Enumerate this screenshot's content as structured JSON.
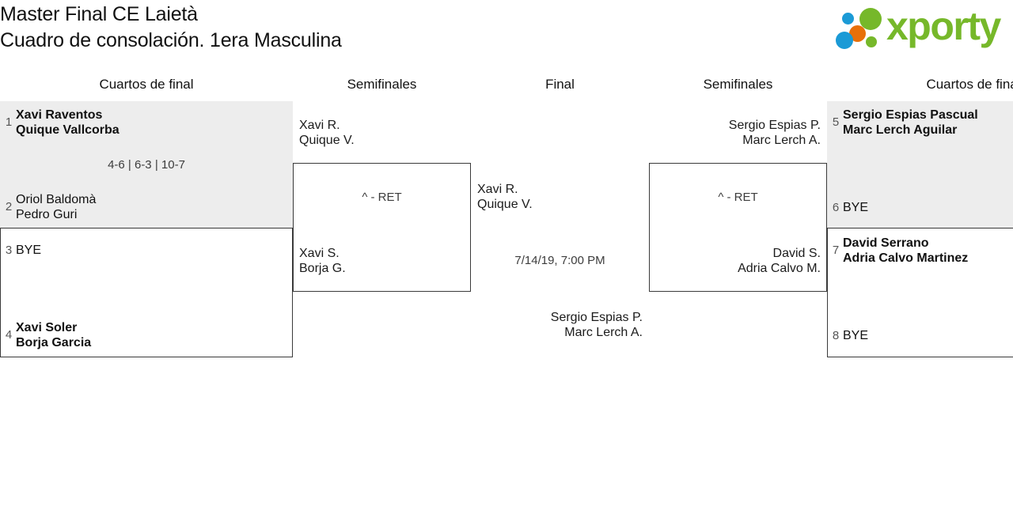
{
  "header": {
    "title_line1": "Master Final CE Laietà",
    "title_line2": "Cuadro de consolación. 1era Masculina",
    "logo_wordmark": "xporty",
    "brand_green": "#76b82a",
    "brand_blue": "#1b9ad6",
    "brand_orange": "#e8700a"
  },
  "rounds": {
    "qf_left": "Cuartos de final",
    "sf_left": "Semifinales",
    "final": "Final",
    "sf_right": "Semifinales",
    "qf_right": "Cuartos de final"
  },
  "bracket": {
    "quarterfinals_left": [
      {
        "seed": "1",
        "player1": "Xavi Raventos",
        "player2": "Quique Vallcorba",
        "winner": true,
        "shaded": true
      },
      {
        "seed": "2",
        "player1": "Oriol Baldomà",
        "player2": "Pedro Guri",
        "winner": false,
        "shaded": true
      },
      {
        "seed": "3",
        "bye": "BYE",
        "shaded": false
      },
      {
        "seed": "4",
        "player1": "Xavi Soler",
        "player2": "Borja Garcia",
        "winner": true,
        "shaded": false
      }
    ],
    "quarterfinals_right": [
      {
        "seed": "5",
        "player1": "Sergio Espias Pascual",
        "player2": "Marc Lerch Aguilar",
        "winner": true,
        "shaded": true
      },
      {
        "seed": "6",
        "bye": "BYE",
        "shaded": true
      },
      {
        "seed": "7",
        "player1": "David Serrano",
        "player2": "Adria Calvo Martinez",
        "winner": true,
        "shaded": false
      },
      {
        "seed": "8",
        "bye": "BYE",
        "shaded": false
      }
    ],
    "scores": {
      "qf1": "4-6 | 6-3 | 10-7",
      "sf_left": "^ - RET",
      "sf_right": "^ - RET"
    },
    "semifinal_left": {
      "top_player1": "Xavi R.",
      "top_player2": "Quique V.",
      "bottom_player1": "Xavi S.",
      "bottom_player2": "Borja G."
    },
    "semifinal_right": {
      "top_player1": "Sergio Espias P.",
      "top_player2": "Marc Lerch A.",
      "bottom_player1": "David S.",
      "bottom_player2": "Adria Calvo M."
    },
    "final": {
      "left_player1": "Xavi R.",
      "left_player2": "Quique V.",
      "right_player1": "Sergio Espias P.",
      "right_player2": "Marc Lerch A.",
      "datetime": "7/14/19, 7:00 PM"
    }
  }
}
